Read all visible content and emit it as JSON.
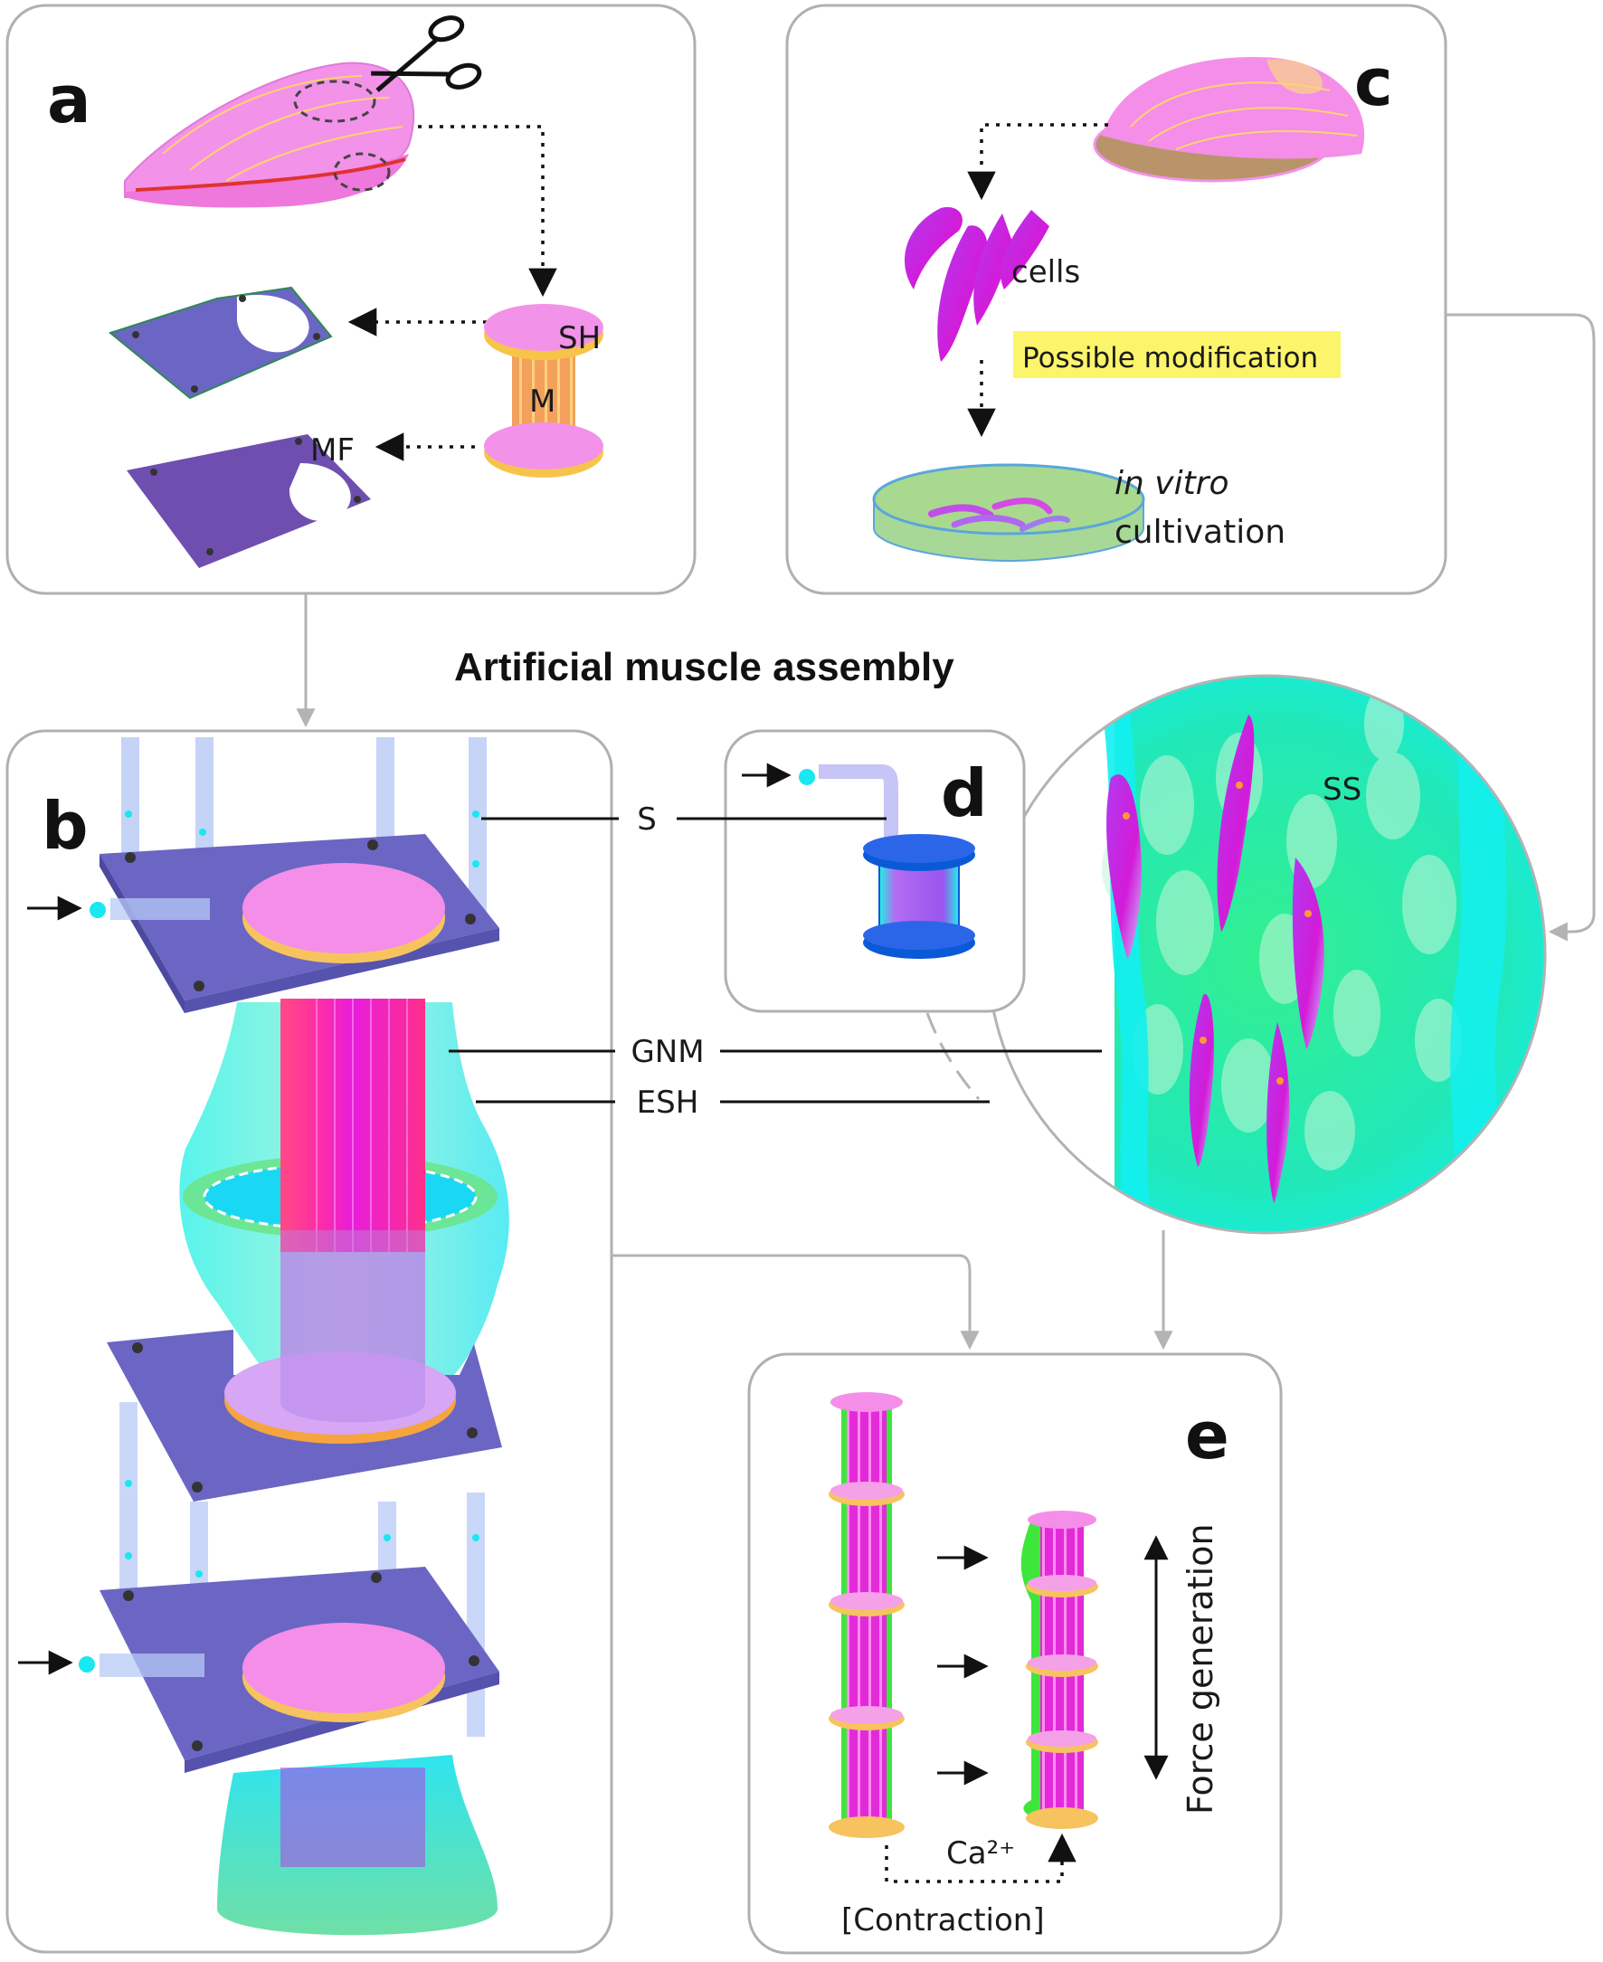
{
  "title": "Artificial muscle assembly",
  "panels": {
    "a": {
      "letter": "a",
      "labels": {
        "sh": "SH",
        "m": "M",
        "mf": "MF"
      }
    },
    "b": {
      "letter": "b",
      "labels": {
        "s": "S",
        "gnm": "GNM",
        "esh": "ESH"
      }
    },
    "c": {
      "letter": "c",
      "labels": {
        "cells": "cells",
        "modification": "Possible modification",
        "invitro": "in vitro",
        "cultivation": "cultivation"
      }
    },
    "d": {
      "letter": "d",
      "labels": {
        "ss": "SS"
      }
    },
    "e": {
      "letter": "e",
      "labels": {
        "force": "Force generation",
        "ca": "Ca²⁺",
        "contraction": "[Contraction]"
      }
    }
  },
  "colors": {
    "shell_pink": "#f28ce6",
    "plate_purple": "#6b66c3",
    "muscle_magenta": "#e21ad8",
    "gel_cyan": "#21f2e6",
    "gel_green": "#2be07a",
    "highlight_yellow": "#fcf56b",
    "disc_yellow": "#f8c24b",
    "frame_gray": "#b0b0b0"
  }
}
